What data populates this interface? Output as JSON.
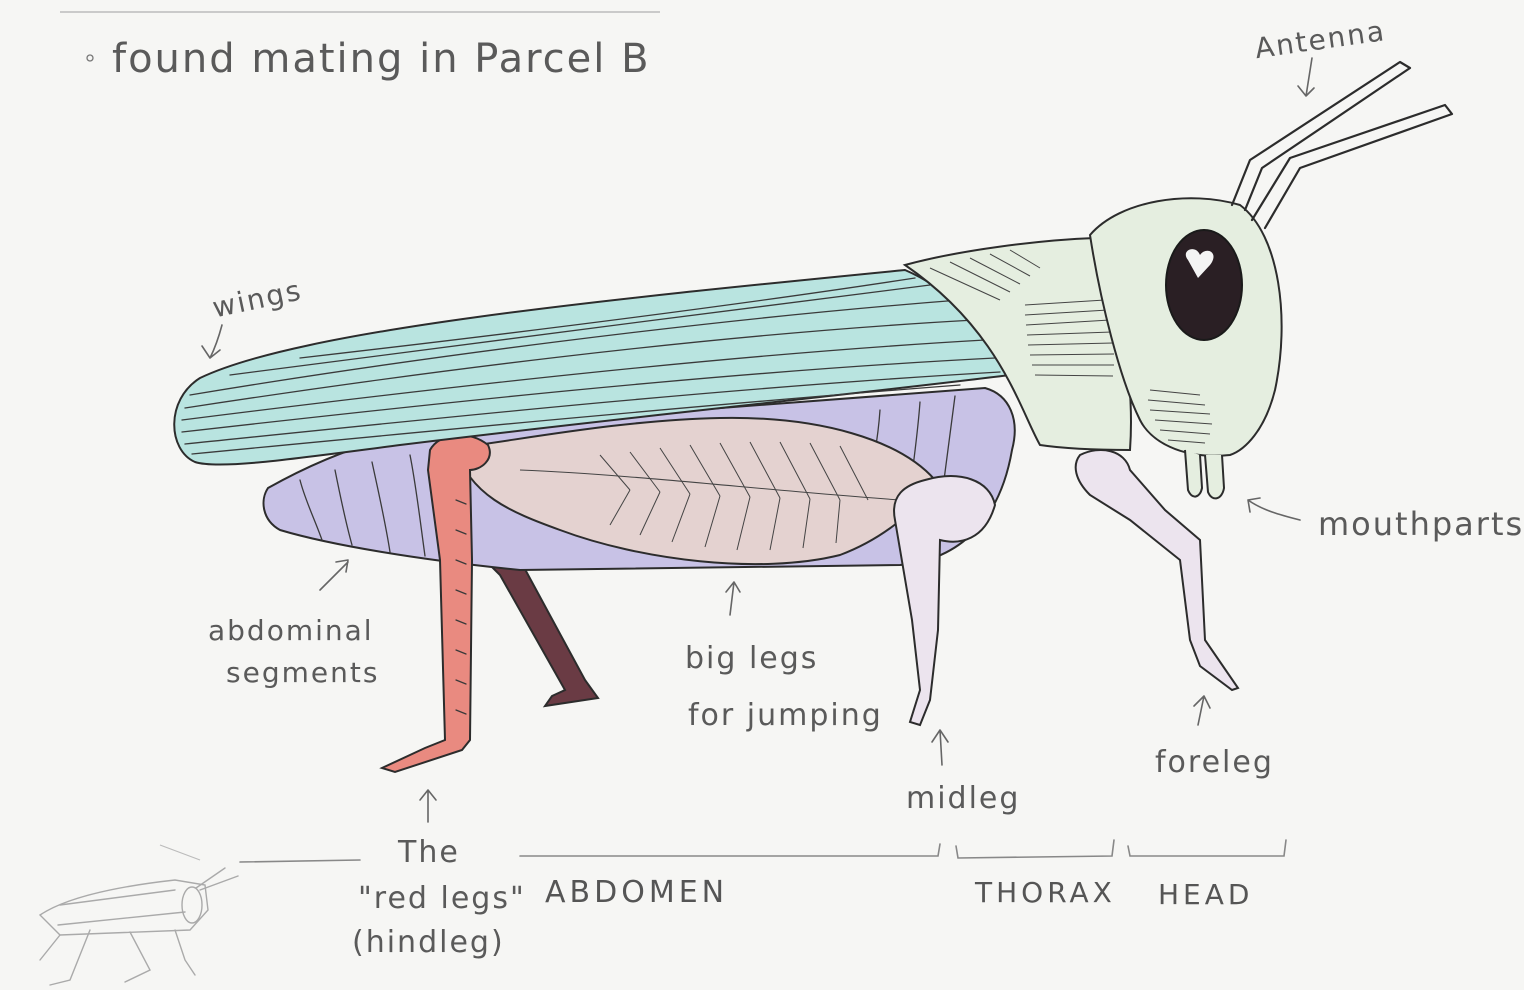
{
  "note": "found mating in Parcel B",
  "colors": {
    "paper": "#f6f6f4",
    "wing": "#b9e4e0",
    "abdomen": "#c8c2e6",
    "hindleg_red": "#e98a80",
    "thorax_head": "#e5eee0",
    "legs": "#ece4ee",
    "jumping_leg": "#e4d2d0",
    "lower_hindleg": "#6a3b44"
  },
  "labels": {
    "antenna": "Antenna",
    "wings": "wings",
    "mouthparts": "mouthparts",
    "abdominal_line1": "abdominal",
    "abdominal_line2": "segments",
    "big_legs_line1": "big legs",
    "big_legs_line2": "for jumping",
    "midleg": "midleg",
    "foreleg": "foreleg",
    "red_legs_line1": "The",
    "red_legs_line2": "\"red legs\"",
    "red_legs_line3": "(hindleg)"
  },
  "regions": {
    "abdomen": "ABDOMEN",
    "thorax": "THORAX",
    "head": "HEAD"
  }
}
